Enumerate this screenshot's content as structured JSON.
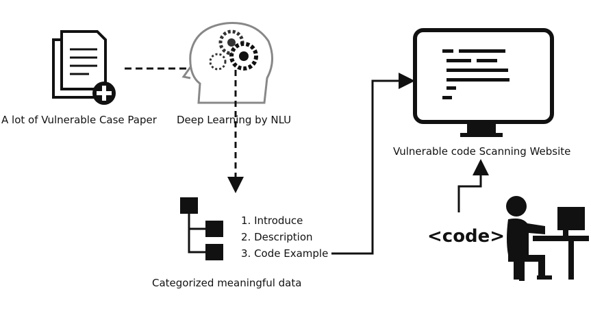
{
  "labels": {
    "papers": "A lot of Vulnerable Case Paper",
    "deep_learning": "Deep Learning by NLU",
    "website": "Vulnerable code Scanning Website",
    "categorized": "Categorized meaningful data",
    "code_tag": "<code>"
  },
  "categories": [
    "1. Introduce",
    "2. Description",
    "3. Code Example"
  ],
  "colors": {
    "ink": "#111111",
    "background": "#ffffff"
  },
  "icons": [
    "document-stack-icon",
    "plus-circle-icon",
    "brain-gears-icon",
    "hierarchy-tree-icon",
    "monitor-icon",
    "person-at-computer-icon"
  ]
}
